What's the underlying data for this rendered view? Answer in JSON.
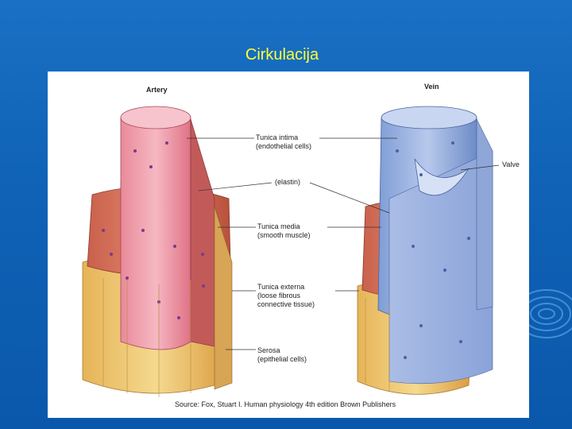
{
  "slide": {
    "title": "Cirkulacija"
  },
  "figure": {
    "artery_label": "Artery",
    "vein_label": "Vein",
    "tunica_intima": "Tunica intima",
    "tunica_intima_sub": "(endothelial cells)",
    "elastin": "(elastin)",
    "tunica_media": "Tunica media",
    "tunica_media_sub": "(smooth muscle)",
    "tunica_externa": "Tunica externa",
    "tunica_externa_sub1": "(loose fibrous",
    "tunica_externa_sub2": "connective tissue)",
    "serosa": "Serosa",
    "serosa_sub": "(epithelial cells)",
    "valve": "Valve",
    "source": "Source: Fox, Stuart I. Human physiology 4th edition Brown Publishers"
  },
  "colors": {
    "background": "#1565c0",
    "title": "#ffff33"
  }
}
